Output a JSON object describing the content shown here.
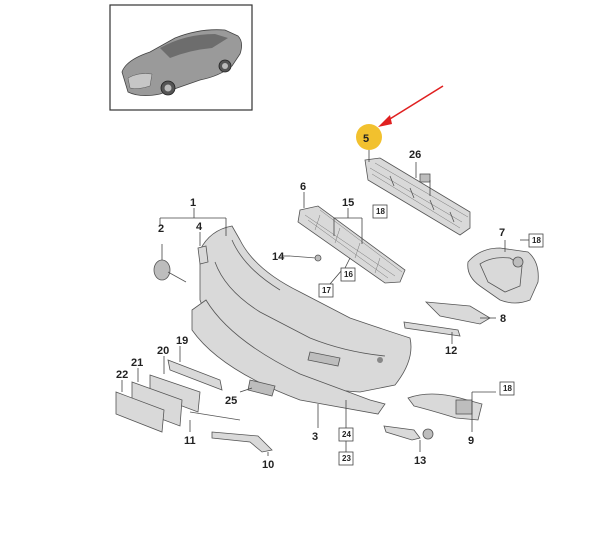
{
  "labels": {
    "p1": "1",
    "p2": "2",
    "p3": "3",
    "p4": "4",
    "p5": "5",
    "p6": "6",
    "p7": "7",
    "p8": "8",
    "p9": "9",
    "p10": "10",
    "p11": "11",
    "p12": "12",
    "p13": "13",
    "p14": "14",
    "p15": "15",
    "p16": "16",
    "p17": "17",
    "p18a": "18",
    "p18b": "18",
    "p18c": "18",
    "p19": "19",
    "p20": "20",
    "p21": "21",
    "p22": "22",
    "p23": "23",
    "p24": "24",
    "p25": "25",
    "p26": "26"
  },
  "colors": {
    "highlight": "#f2c12e",
    "arrow": "#e02020",
    "part_fill": "#d9d9d9"
  }
}
